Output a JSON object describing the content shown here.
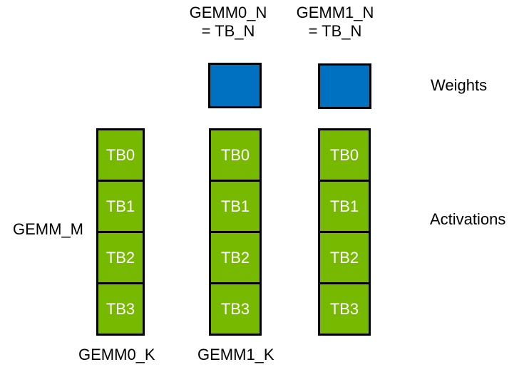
{
  "diagram": {
    "title_headers": [
      {
        "line1": "GEMM0_N",
        "line2": "= TB_N"
      },
      {
        "line1": "GEMM1_N",
        "line2": "= TB_N"
      }
    ],
    "labels": {
      "gemm_m": "GEMM_M",
      "weights": "Weights",
      "activations": "Activations",
      "gemm0_k": "GEMM0_K",
      "gemm1_k": "GEMM1_K"
    },
    "columns": [
      {
        "blocks": [
          "TB0",
          "TB1",
          "TB2",
          "TB3"
        ]
      },
      {
        "blocks": [
          "TB0",
          "TB1",
          "TB2",
          "TB3"
        ]
      },
      {
        "blocks": [
          "TB0",
          "TB1",
          "TB2",
          "TB3"
        ]
      }
    ],
    "weights_square_count": 2,
    "colors": {
      "weights_blue": "#0070C0",
      "activations_green": "#76B900",
      "border_black": "#000000",
      "block_text": "#FFFFFF",
      "label_text": "#000000",
      "background": "#FFFFFF"
    }
  }
}
